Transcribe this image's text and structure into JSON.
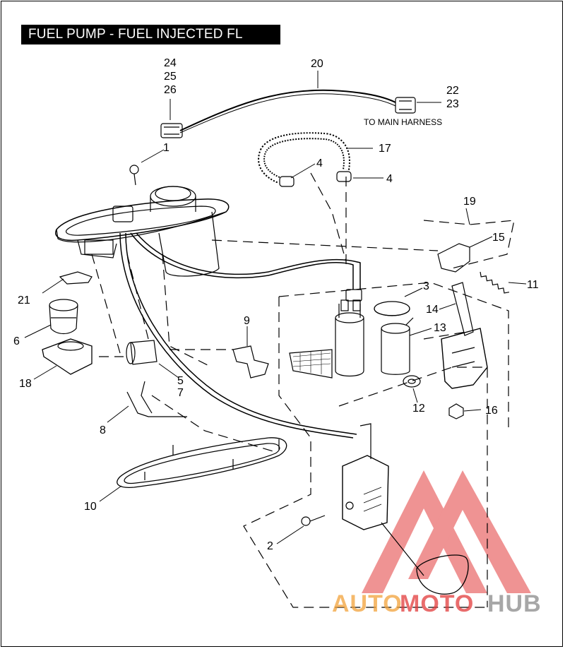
{
  "title": "FUEL PUMP - FUEL INJECTED FL",
  "note_main_harness": "TO MAIN HARNESS",
  "callouts": {
    "c1": "1",
    "c2": "2",
    "c3": "3",
    "c4a": "4",
    "c4b": "4",
    "c5": "5",
    "c6": "6",
    "c7": "7",
    "c8": "8",
    "c9": "9",
    "c10": "10",
    "c11": "11",
    "c12": "12",
    "c13": "13",
    "c14": "14",
    "c15": "15",
    "c16": "16",
    "c17": "17",
    "c18": "18",
    "c19": "19",
    "c20": "20",
    "c21": "21",
    "c22": "22",
    "c23": "23",
    "c24": "24",
    "c25": "25",
    "c26": "26"
  },
  "watermark": {
    "part1": "AUTO",
    "part2": "MOTO",
    "part3": "HUB"
  },
  "colors": {
    "watermark_red": "#e23b3b",
    "watermark_orange": "#f2a23a",
    "watermark_gray": "#8a8a8a"
  }
}
